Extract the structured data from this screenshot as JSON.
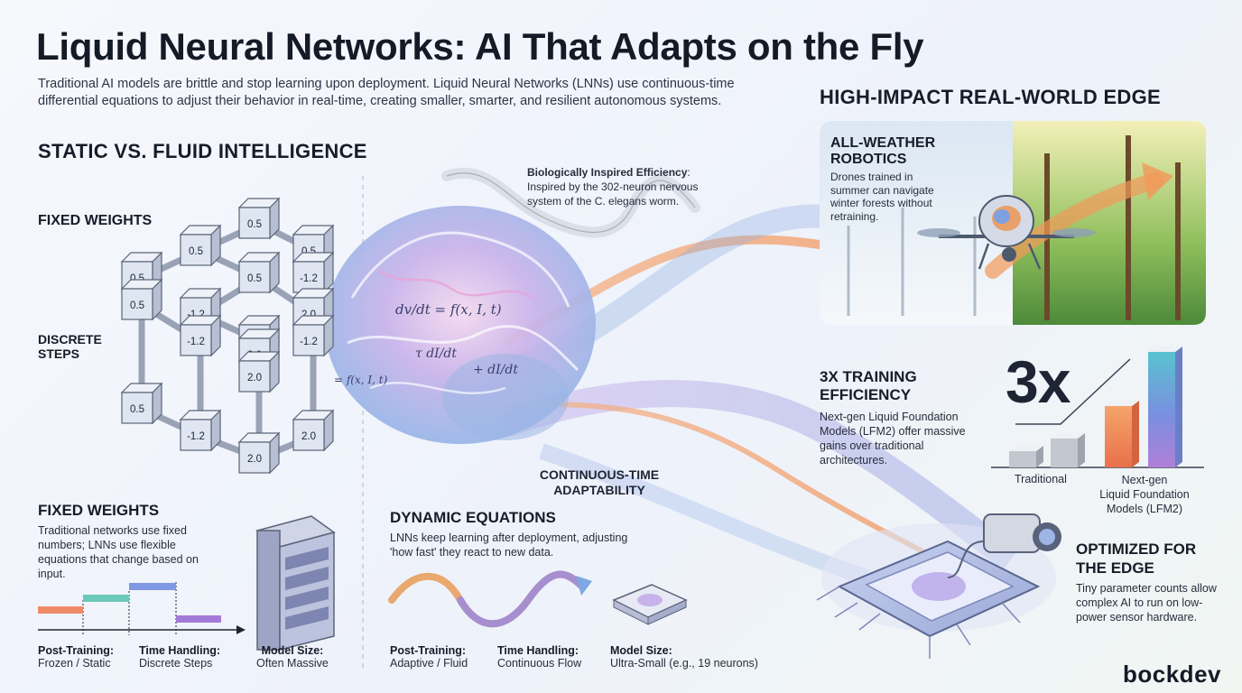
{
  "header": {
    "title": "Liquid Neural Networks: AI That Adapts on the Fly",
    "subtitle": "Traditional AI models are brittle and stop learning upon deployment. Liquid Neural Networks (LNNs) use continuous-time differential equations to adjust their behavior in real-time, creating smaller, smarter, and resilient autonomous systems."
  },
  "left": {
    "section_title": "STATIC VS. FLUID INTELLIGENCE",
    "fixed_weights_label": "FIXED WEIGHTS",
    "discrete_steps_label": "DISCRETE\nSTEPS",
    "cube_values": [
      "0.5",
      "0.5",
      "0.5",
      "0.5",
      "0.5",
      "-1.2",
      "0.5",
      "-1.2",
      "2.0",
      "-1.2",
      "2.0",
      "-1.2",
      "2.0",
      "2.0",
      "0.5",
      "-1.2",
      "2.0",
      "2.0"
    ],
    "fixed_weights_title": "FIXED WEIGHTS",
    "fixed_weights_body": "Traditional networks use fixed numbers; LNNs use flexible equations that change based on input.",
    "stats": [
      {
        "label": "Post-Training:",
        "value": "Frozen / Static"
      },
      {
        "label": "Time Handling:",
        "value": "Discrete Steps"
      },
      {
        "label": "Model Size:",
        "value": "Often Massive"
      }
    ]
  },
  "center": {
    "bio_title": "Biologically Inspired Efficiency",
    "bio_body_1": "Inspired by the 302-neuron nervous",
    "bio_body_2": "system of the C. elegans worm.",
    "equations": [
      "dv/dt = f(x, I, t)",
      "τ dI/dt",
      "+ dI/dt",
      "= f(x, I, t)"
    ],
    "continuous_label": "CONTINUOUS-TIME\nADAPTABILITY",
    "dynamic_title": "DYNAMIC EQUATIONS",
    "dynamic_body": "LNNs keep learning after deployment, adjusting 'how fast' they react to new data.",
    "stats": [
      {
        "label": "Post-Training:",
        "value": "Adaptive / Fluid"
      },
      {
        "label": "Time Handling:",
        "value": "Continuous Flow"
      },
      {
        "label": "Model Size:",
        "value": "Ultra-Small (e.g., 19 neurons)"
      }
    ]
  },
  "right": {
    "section_title": "HIGH-IMPACT REAL-WORLD EDGE",
    "robotics_title": "ALL-WEATHER\nROBOTICS",
    "robotics_body": "Drones trained in summer can navigate winter forests without retraining.",
    "training_big": "3x",
    "training_title": "3X TRAINING\nEFFICIENCY",
    "training_body": "Next-gen Liquid Foundation Models (LFM2) offer massive gains over traditional architectures.",
    "bar_label_traditional": "Traditional",
    "bar_label_nextgen": "Next-gen\nLiquid Foundation\nModels (LFM2)",
    "edge_title": "OPTIMIZED FOR\nTHE EDGE",
    "edge_body": "Tiny parameter counts allow complex AI to run on low-power sensor hardware.",
    "brand": "bockdev"
  },
  "colors": {
    "title": "#141a26",
    "cube_face": "#dfe6f2",
    "cube_edge": "#5b6478",
    "flow_orange": "#f3a36a",
    "flow_purple": "#a98fd8",
    "flow_blue": "#7fa3d9",
    "bar_gray": "#b8bcc4",
    "bar_orange": "#f0934f",
    "bar_teal": "#4fb7c9"
  }
}
